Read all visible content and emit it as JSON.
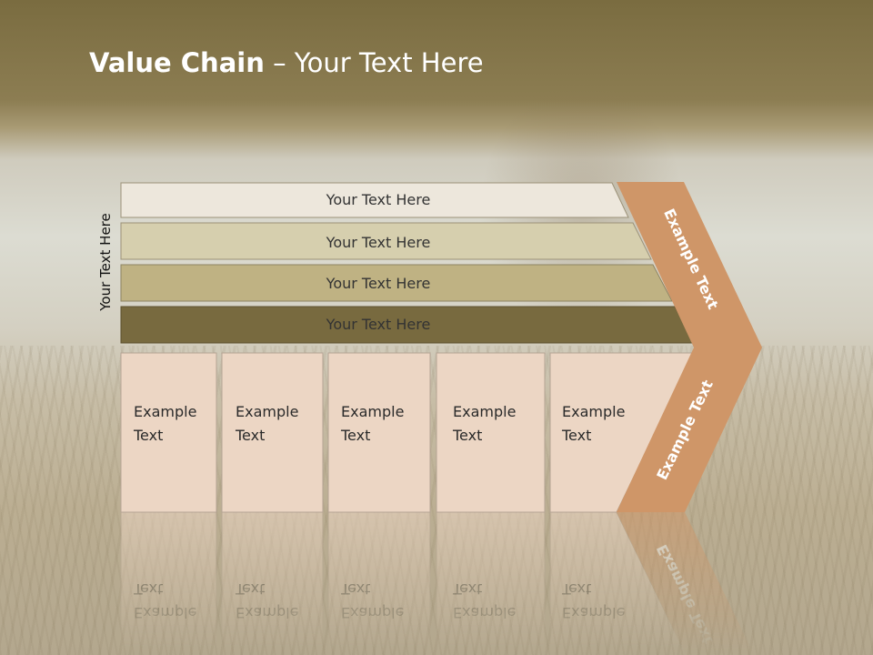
{
  "title": {
    "bold": "Value Chain",
    "rest": " – Your Text Here"
  },
  "side_label": "Your Text Here",
  "bars": [
    {
      "label": "Your Text Here",
      "color": "#ede7dc"
    },
    {
      "label": "Your Text Here",
      "color": "#d6cfae"
    },
    {
      "label": "Your Text Here",
      "color": "#bfb283"
    },
    {
      "label": "Your Text Here",
      "color": "#786a3f"
    }
  ],
  "boxes": [
    {
      "line1": "Example",
      "line2": "Text"
    },
    {
      "line1": "Example",
      "line2": "Text"
    },
    {
      "line1": "Example",
      "line2": "Text"
    },
    {
      "line1": "Example",
      "line2": "Text"
    },
    {
      "line1": "Example",
      "line2": "Text"
    }
  ],
  "box_color": "#ecd6c4",
  "arrow": {
    "upper": "Example Text",
    "lower": "Example Text",
    "color": "#cf9668"
  }
}
